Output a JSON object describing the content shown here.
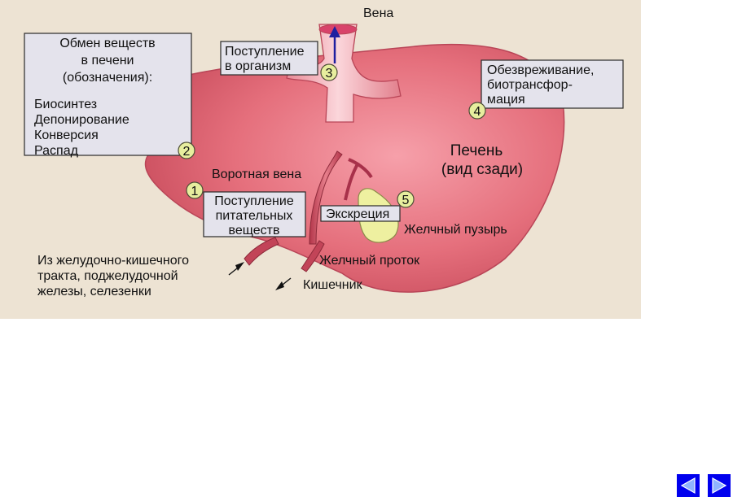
{
  "legend": {
    "title_lines": [
      "Обмен веществ",
      "в печени",
      "(обозначения):"
    ],
    "items": [
      "Биосинтез",
      "Депонирование",
      "Конверсия",
      "Распад"
    ]
  },
  "labels": {
    "vein": "Вена",
    "intake_organism_lines": [
      "Поступление",
      "в организм"
    ],
    "detox_lines": [
      "Обезвреживание,",
      "биотрансфор-",
      "мация"
    ],
    "liver_lines": [
      "Печень",
      "(вид сзади)"
    ],
    "portal_vein": "Воротная вена",
    "nutrients_lines": [
      "Поступление",
      "питательных",
      "веществ"
    ],
    "excretion": "Экскреция",
    "gallbladder": "Желчный пузырь",
    "bile_duct": "Желчный проток",
    "intestine": "Кишечник",
    "gi_source_lines": [
      "Из желудочно-кишечного",
      "тракта, поджелудочной",
      "железы, селезенки"
    ]
  },
  "markers": [
    "1",
    "2",
    "3",
    "4",
    "5"
  ],
  "colors": {
    "background": "#ede3d3",
    "liver": "#e56f7c",
    "box": "#e4e3ec",
    "marker": "#e7ee9e",
    "gallbladder": "#eef0a0",
    "arrow": "#1f1fa0",
    "nav": "#0000ee"
  },
  "nav": {
    "prev_icon": "triangle-left-icon",
    "next_icon": "triangle-right-icon"
  }
}
